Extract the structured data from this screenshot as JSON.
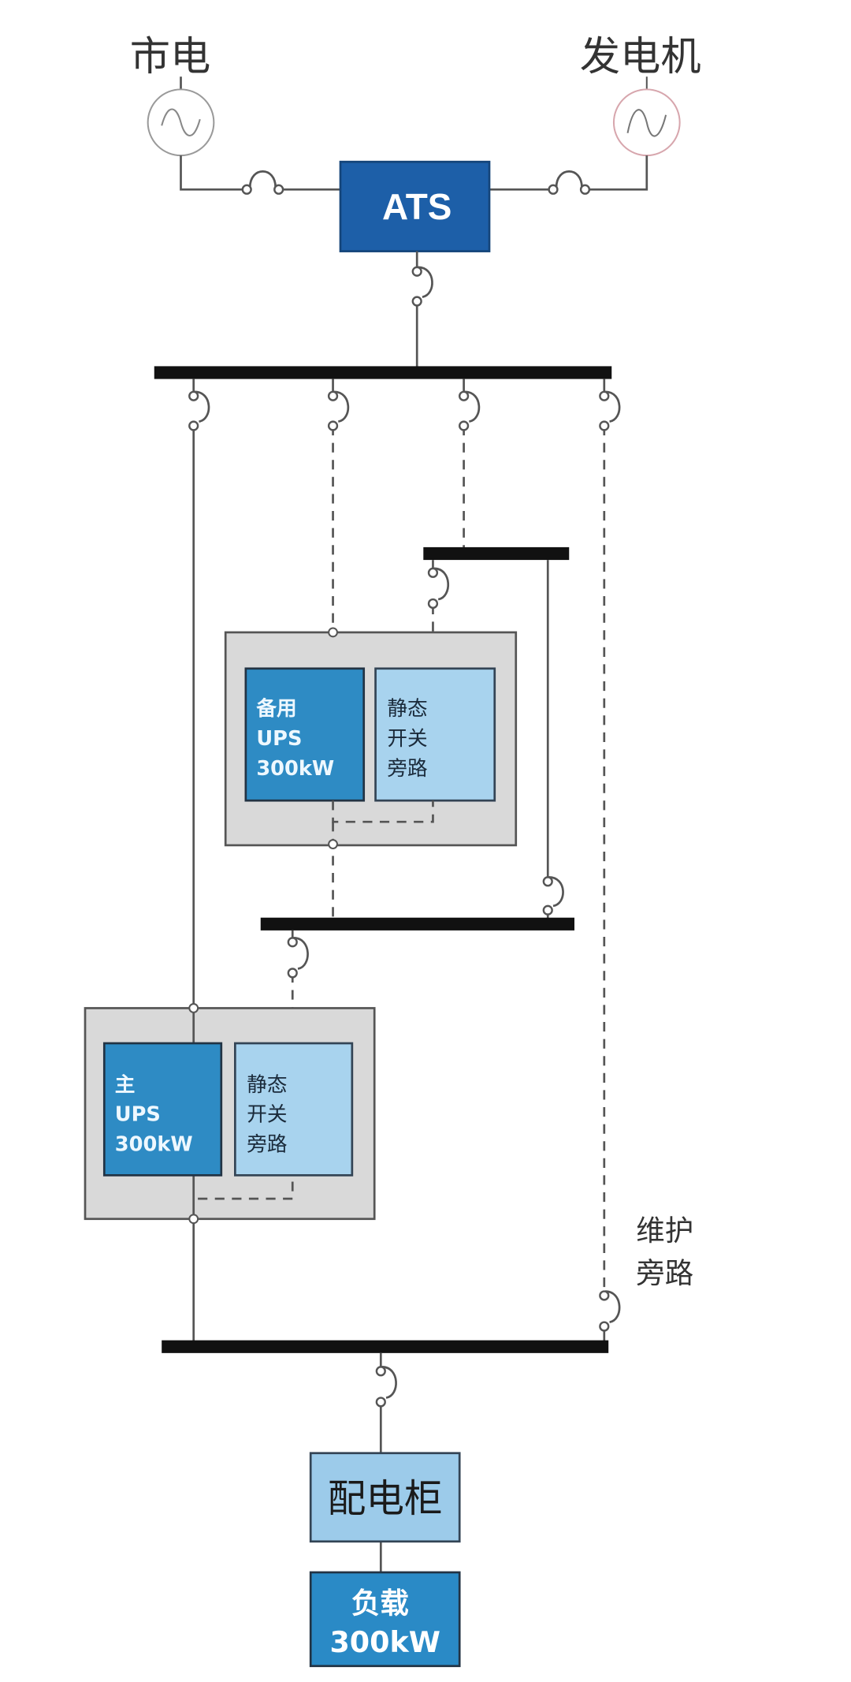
{
  "sources": {
    "utility": "市电",
    "generator": "发电机"
  },
  "ats": {
    "label": "ATS"
  },
  "backup_ups": {
    "line1": "备用",
    "line2": "UPS",
    "line3": "300kW"
  },
  "backup_static": {
    "line1": "静态",
    "line2": "开关",
    "line3": "旁路"
  },
  "main_ups": {
    "line1": "主",
    "line2": "UPS",
    "line3": "300kW"
  },
  "main_static": {
    "line1": "静态",
    "line2": "开关",
    "line3": "旁路"
  },
  "maintenance_bypass": {
    "line1": "维护",
    "line2": "旁路"
  },
  "distribution_cabinet": {
    "label": "配电柜"
  },
  "load": {
    "line1": "负载",
    "line2": "300kW"
  },
  "colors": {
    "ats": "#1d5fa8",
    "ups": "#2e8bc4",
    "static": "#a8d3ee",
    "panel": "#d9d9d9",
    "cabinet": "#9ccbea",
    "load": "#2a8ac6"
  }
}
